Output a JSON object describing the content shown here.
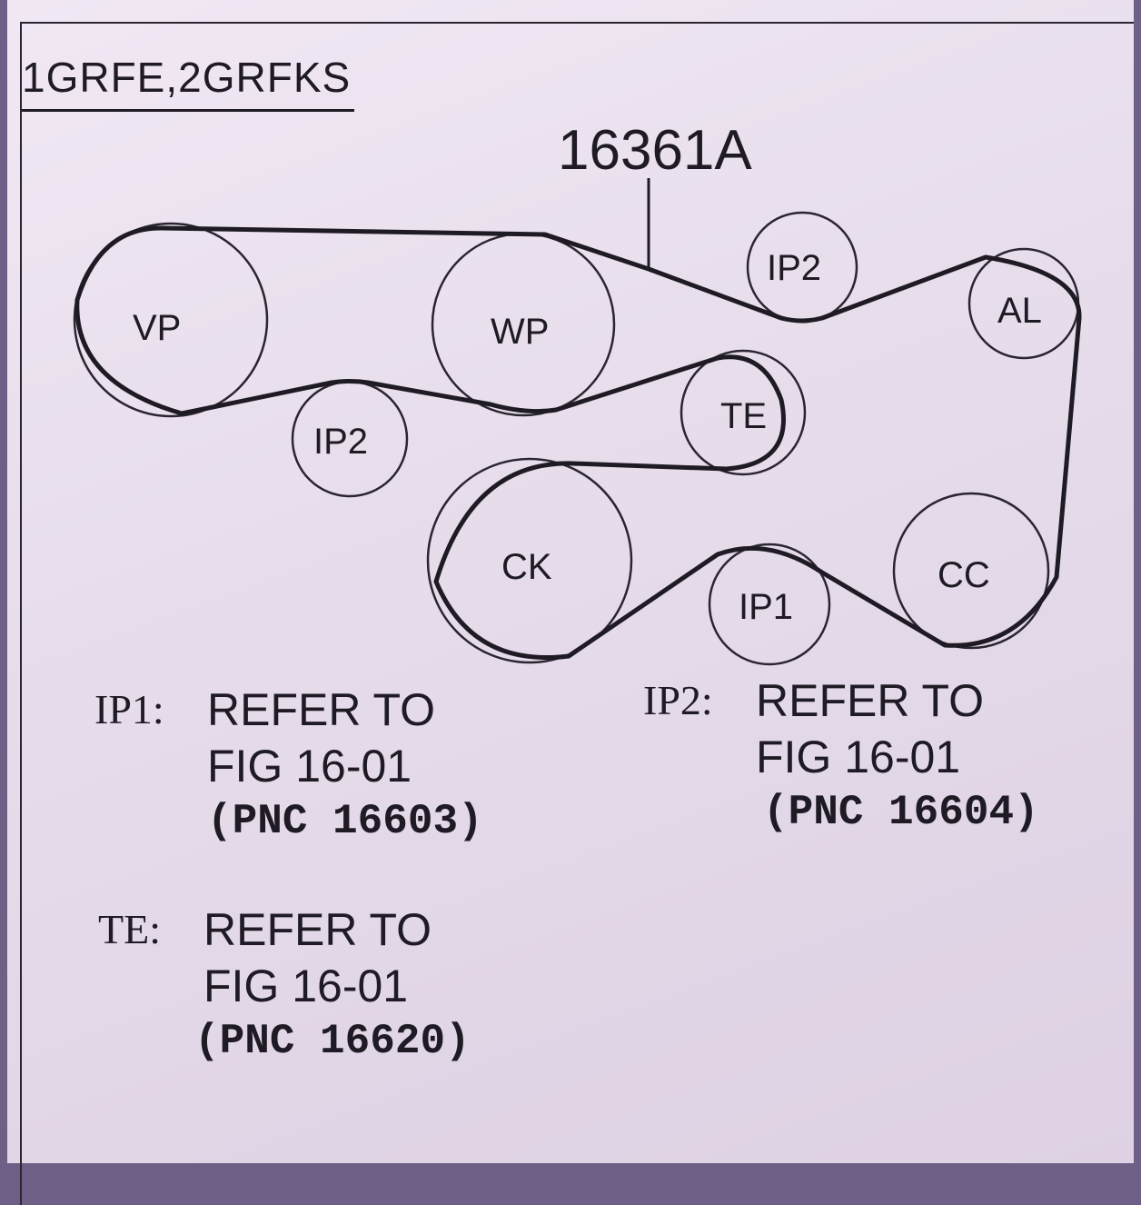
{
  "heading": "1GRFE,2GRFKS",
  "part_number": "16361A",
  "pulleys": {
    "vp": "VP",
    "wp": "WP",
    "ip2_top": "IP2",
    "al": "AL",
    "ip2_left": "IP2",
    "te": "TE",
    "ck": "CK",
    "ip1": "IP1",
    "cc": "CC"
  },
  "notes": {
    "ip1": {
      "key": "IP1:",
      "line1": "REFER TO",
      "line2": "FIG 16-01",
      "pnc": "(PNC 16603)"
    },
    "ip2": {
      "key": "IP2:",
      "line1": "REFER TO",
      "line2": "FIG 16-01",
      "pnc": "(PNC 16604)"
    },
    "te": {
      "key": "TE:",
      "line1": "REFER TO",
      "line2": "FIG 16-01",
      "pnc": "(PNC 16620)"
    }
  }
}
